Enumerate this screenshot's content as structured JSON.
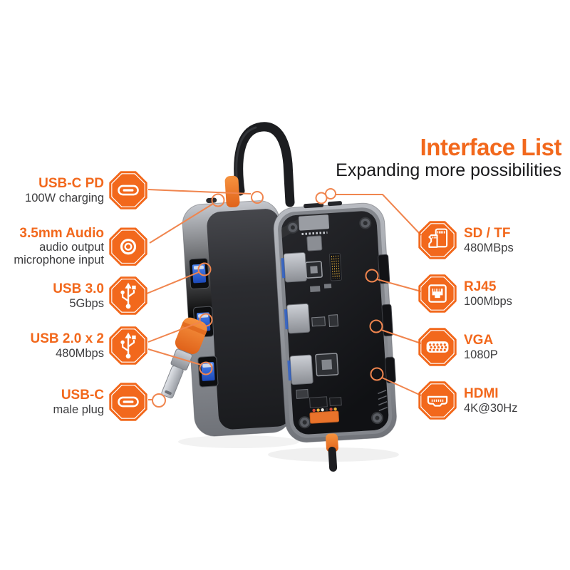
{
  "header": {
    "title": "Interface List",
    "subtitle": "Expanding more possibilities"
  },
  "colors": {
    "accent": "#F2681C",
    "callout_line": "#F0854E",
    "text_dark": "#3c3c3e"
  },
  "labels": {
    "left": [
      {
        "name": "USB-C PD",
        "lines": [
          "100W charging"
        ],
        "icon": "usb-c-port-icon"
      },
      {
        "name": "3.5mm Audio",
        "lines": [
          "audio output",
          "microphone input"
        ],
        "icon": "audio-jack-icon"
      },
      {
        "name": "USB 3.0",
        "lines": [
          "5Gbps"
        ],
        "icon": "usb-trident-icon"
      },
      {
        "name": "USB 2.0 x 2",
        "lines": [
          "480Mbps"
        ],
        "icon": "usb-trident-icon"
      },
      {
        "name": "USB-C",
        "lines": [
          "male plug"
        ],
        "icon": "usb-c-port-icon"
      }
    ],
    "right": [
      {
        "name": "SD / TF",
        "lines": [
          "480MBps"
        ],
        "icon": "sd-tf-card-icon"
      },
      {
        "name": "RJ45",
        "lines": [
          "100Mbps"
        ],
        "icon": "ethernet-port-icon"
      },
      {
        "name": "VGA",
        "lines": [
          "1080P"
        ],
        "icon": "vga-port-icon"
      },
      {
        "name": "HDMI",
        "lines": [
          "4K@30Hz"
        ],
        "icon": "hdmi-port-icon"
      }
    ]
  }
}
